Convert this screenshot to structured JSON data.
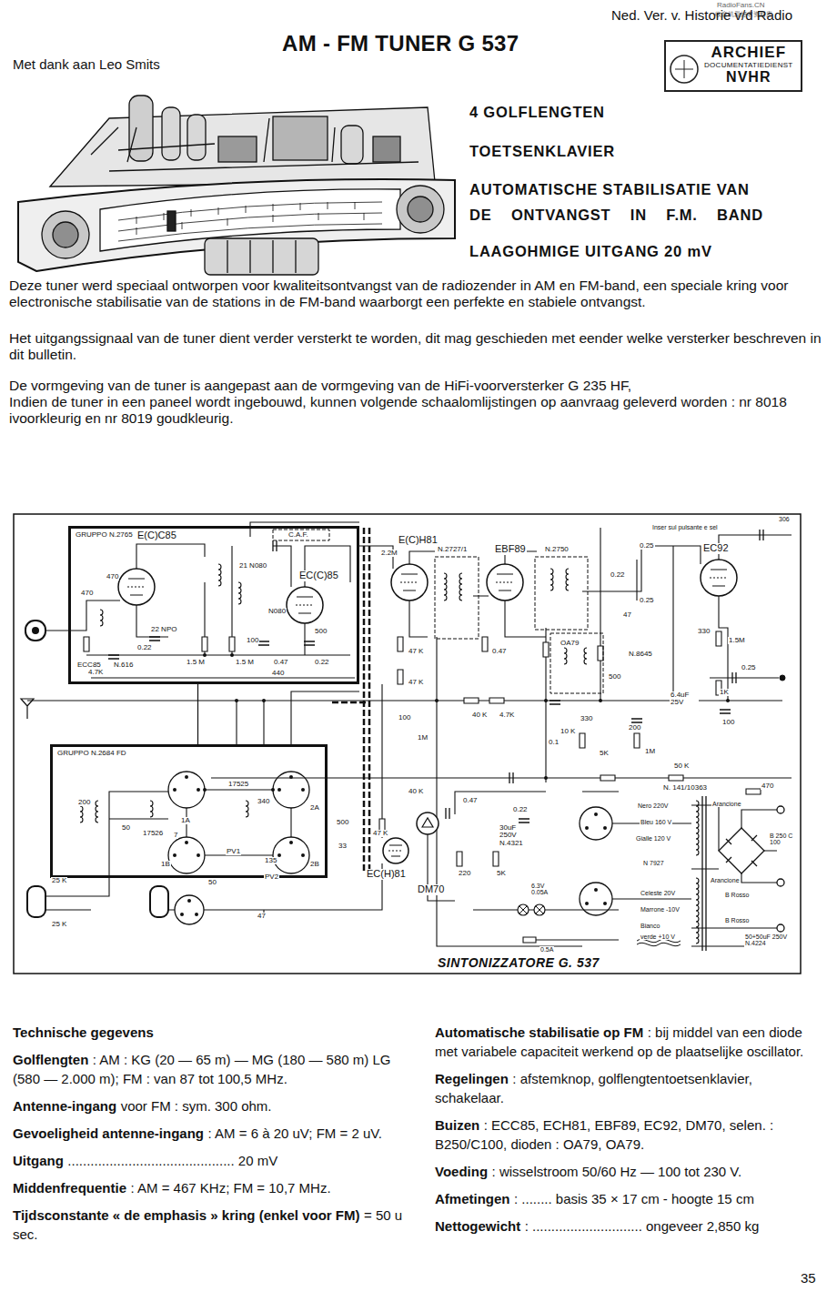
{
  "diagram": {
    "title": "AM - FM TUNER G 537",
    "caption": "SINTONIZZATORE G. 537",
    "nodes": [
      {
        "text": [
          "ARCHIEF",
          "DOCUMENTATIEDIENST",
          "NVHR"
        ]
      },
      {
        "text": [
          "GRUPPO N.2765"
        ]
      },
      {
        "text": [
          "GRUPPO N.2684 FD"
        ]
      }
    ],
    "edges": [
      {
        "from": 1,
        "to": 2,
        "arrow": "none"
      }
    ],
    "labels": [
      "RadioFans.CN",
      "收音机爱好者资料库",
      "Ned. Ver. v. Historie v/d Radio",
      "Met dank aan Leo Smits",
      "4 GOLFLENGTEN",
      "TOETSENKLAVIER",
      "AUTOMATISCHE STABILISATIE VAN",
      "DE ONTVANGST IN F.M. BAND",
      "LAAGOHMIGE UITGANG 20 mV",
      "Deze tuner werd speciaal ontworpen voor kwaliteitsontvangst van de radiozender in AM en FM-band, een speciale kring voor electronische stabilisatie van de stations in de FM-band waarborgt een perfekte en stabiele ontvangst.",
      "Het uitgangssignaal van de tuner dient verder versterkt te worden, dit mag geschieden met eender welke versterker beschreven in dit bulletin.",
      "De vormgeving van de tuner is aangepast aan de vormgeving van de HiFi-voorversterker G 235 HF,",
      "Indien de tuner in een paneel wordt ingebouwd, kunnen volgende schaalomlijstingen op aanvraag geleverd worden : nr 8018 ivoorkleurig en nr 8019 goudkleurig.",
      "E(C)C85",
      "EC(C)85",
      "C.A.F.",
      "E(C)H81",
      "N.2727/1",
      "EBF89",
      "N.2750",
      "EC92",
      "Inser sul pulsante e sel",
      "306",
      "2.2M",
      "ECC85",
      "N.616",
      "470",
      "470",
      "22 NPO",
      "0.22",
      "4.7K",
      "1.5 M",
      "1.5 M",
      "21 N080",
      "N080",
      "100",
      "0.47",
      "0.22",
      "500",
      "440",
      "47 K",
      "47 K",
      "100",
      "1M",
      "40 K",
      "4.7K",
      "0.47",
      "OA79",
      "N.8645",
      "330",
      "500",
      "330",
      "1.5M",
      "1K",
      "0.25",
      "100",
      "6.4uF 25V",
      "0.25",
      "0.25",
      "0.22",
      "47",
      "5K",
      "1M",
      "200",
      "10 K",
      "50 K",
      "470",
      "0.1",
      "0.47",
      "0.22",
      "40 K",
      "200",
      "50",
      "17526",
      "1A",
      "1B",
      "17525",
      "340",
      "2A",
      "2B",
      "PV1",
      "PV2",
      "135",
      "50",
      "7",
      "500",
      "33",
      "47 K",
      "EC(H)81",
      "DM70",
      "220",
      "5K",
      "30uF 250V N.4321",
      "N. 141/10363",
      "Nero 220V",
      "Bleu 160 V",
      "Gialle 120 V",
      "N 7927",
      "Celeste 20V",
      "Marrone -10V",
      "Bianco",
      "verde +10 V",
      "Arancione",
      "B 250 C 100",
      "Arancione",
      "B Rosso",
      "B Rosso",
      "50+50uF 250V N.4224",
      "6.3V 0.05A",
      "0.5A",
      "25 K",
      "25 K",
      "47",
      "Technische gegevens",
      "Golflengten",
      ": AM : KG (20 — 65 m) — MG (180 — 580 m) LG (580 — 2.000 m); FM : van 87 tot 100,5 MHz.",
      "Antenne-ingang",
      "voor FM : sym. 300 ohm.",
      "Gevoeligheid antenne-ingang",
      ": AM = 6 à 20 uV; FM = 2 uV.",
      "Uitgang",
      "............................................ 20 mV",
      "Middenfrequentie",
      ": AM = 467 KHz; FM = 10,7 MHz.",
      "Tijdsconstante « de emphasis » kring (enkel voor FM)",
      "= 50 u sec.",
      "Automatische stabilisatie op FM",
      ": bij middel van een diode met variabele capaciteit werkend op de plaatselijke oscillator.",
      "Regelingen",
      ": afstemknop, golflengtentoetsenklavier, schakelaar.",
      "Buizen",
      ": ECC85, ECH81, EBF89, EC92, DM70, selen. : B250/C100, dioden : OA79, OA79.",
      "Voeding",
      ": wisselstroom 50/60 Hz — 100 tot 230 V.",
      "Afmetingen",
      ": ........ basis 35 × 17 cm - hoogte 15 cm",
      "Nettogewicht",
      ": ............................. ongeveer 2,850 kg",
      "35"
    ]
  }
}
